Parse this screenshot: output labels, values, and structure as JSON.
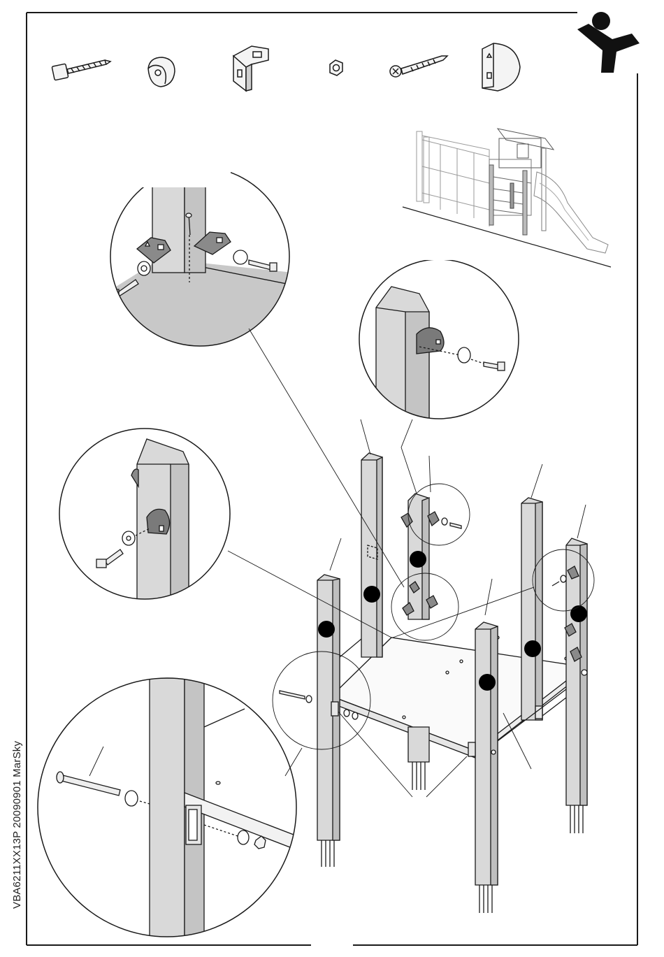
{
  "document": {
    "code_label": "VBA6211XX13P 20090901  MarSky",
    "page_type": "assembly-instruction-sheet"
  },
  "parts_row": [
    {
      "name": "hex-lag-screw-icon"
    },
    {
      "name": "cap-nut-cover-icon"
    },
    {
      "name": "double-corner-bracket-icon"
    },
    {
      "name": "hex-nut-icon"
    },
    {
      "name": "cross-head-wood-screw-icon"
    },
    {
      "name": "rounded-single-bracket-icon"
    }
  ],
  "brand": {
    "logo": "jumping-figure-logo"
  },
  "colors": {
    "line": "#1a1a1a",
    "post_fill": "#d9d9d9",
    "post_side": "#bdbdbd",
    "floor_shade": "#c8c8c8",
    "bracket_fill": "#7a7a7a",
    "marker": "#000000"
  }
}
